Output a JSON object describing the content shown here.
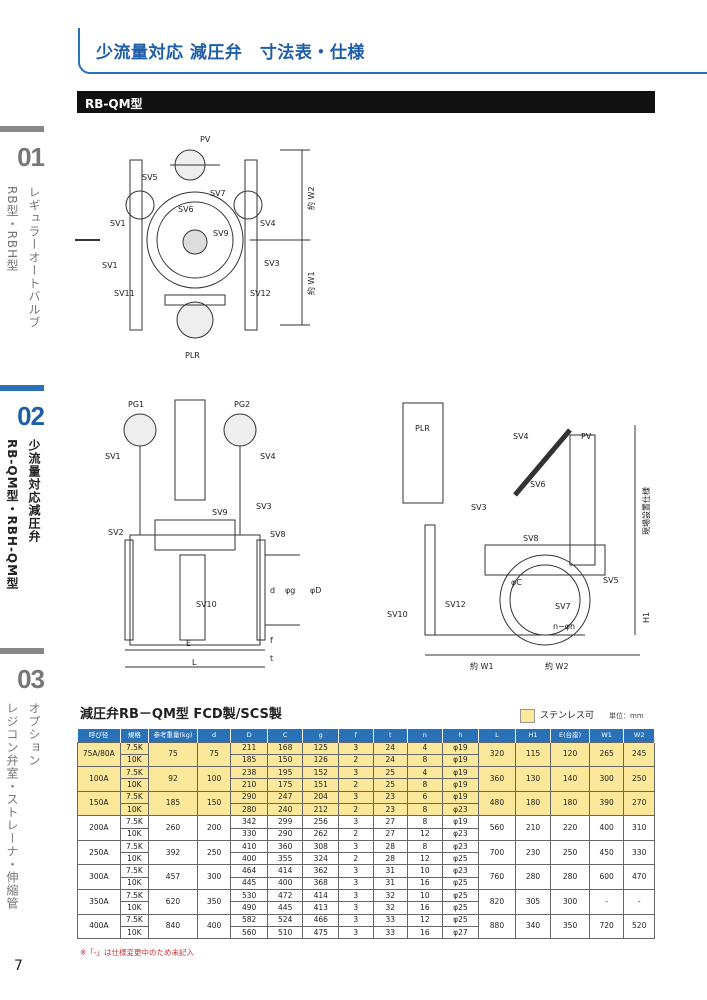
{
  "header": {
    "title": "少流量対応 減圧弁　寸法表・仕様",
    "model_bar": "RB-QM型"
  },
  "sidebar": [
    {
      "num": "01",
      "title": "レギュラーオートバルブ",
      "sub": "RB型・RBH型"
    },
    {
      "num": "02",
      "title": "少流量対応減圧弁",
      "sub": "RB-QM型・RBH-QM型"
    },
    {
      "num": "03",
      "title": "オプション",
      "sub": "レジコン弁室・ストレーナ・伸縮管"
    }
  ],
  "page_number": "7",
  "drawings": {
    "top": {
      "labels": [
        "PV",
        "SV5",
        "SV7",
        "SV6",
        "SV1",
        "SV4",
        "SV9",
        "SV1",
        "SV3",
        "SV11",
        "SV12",
        "PLR",
        "約 W2",
        "約 W1"
      ]
    },
    "front": {
      "labels": [
        "PG1",
        "PG2",
        "SV1",
        "SV4",
        "SV9",
        "SV3",
        "SV2",
        "SV8",
        "SV10",
        "d",
        "φg",
        "φD",
        "E",
        "L",
        "f",
        "t"
      ]
    },
    "side": {
      "labels": [
        "PLR",
        "SV4",
        "PV",
        "SV6",
        "SV3",
        "SV8",
        "SV5",
        "SV12",
        "SV7",
        "SV10",
        "φC",
        "n−φh",
        "約 W1",
        "約 W2",
        "H1",
        "現場設置仕様"
      ]
    }
  },
  "table": {
    "title": "減圧弁RB－QM型 FCD製/SCS製",
    "legend": "ステンレス可",
    "unit": "単位：mm",
    "headers": [
      "呼び径",
      "規格",
      "参考重量(kg)",
      "d",
      "D",
      "C",
      "g",
      "f",
      "t",
      "n",
      "h",
      "L",
      "H1",
      "E(台座)",
      "W1",
      "W2"
    ],
    "groups": [
      {
        "size": "75A/80A",
        "weight": "75",
        "d": "75",
        "stainless": true,
        "L": "320",
        "H1": "115",
        "E": "120",
        "W1": "265",
        "W2": "245",
        "rows": [
          [
            "7.5K",
            "211",
            "168",
            "125",
            "3",
            "24",
            "4",
            "φ19"
          ],
          [
            "10K",
            "185",
            "150",
            "126",
            "2",
            "24",
            "8",
            "φ19"
          ]
        ]
      },
      {
        "size": "100A",
        "weight": "92",
        "d": "100",
        "stainless": true,
        "L": "360",
        "H1": "130",
        "E": "140",
        "W1": "300",
        "W2": "250",
        "rows": [
          [
            "7.5K",
            "238",
            "195",
            "152",
            "3",
            "25",
            "4",
            "φ19"
          ],
          [
            "10K",
            "210",
            "175",
            "151",
            "2",
            "25",
            "8",
            "φ19"
          ]
        ]
      },
      {
        "size": "150A",
        "weight": "185",
        "d": "150",
        "stainless": true,
        "L": "480",
        "H1": "180",
        "E": "180",
        "W1": "390",
        "W2": "270",
        "rows": [
          [
            "7.5K",
            "290",
            "247",
            "204",
            "3",
            "23",
            "6",
            "φ19"
          ],
          [
            "10K",
            "280",
            "240",
            "212",
            "2",
            "23",
            "8",
            "φ23"
          ]
        ]
      },
      {
        "size": "200A",
        "weight": "260",
        "d": "200",
        "stainless": false,
        "L": "560",
        "H1": "210",
        "E": "220",
        "W1": "400",
        "W2": "310",
        "rows": [
          [
            "7.5K",
            "342",
            "299",
            "256",
            "3",
            "27",
            "8",
            "φ19"
          ],
          [
            "10K",
            "330",
            "290",
            "262",
            "2",
            "27",
            "12",
            "φ23"
          ]
        ]
      },
      {
        "size": "250A",
        "weight": "392",
        "d": "250",
        "stainless": false,
        "L": "700",
        "H1": "230",
        "E": "250",
        "W1": "450",
        "W2": "330",
        "rows": [
          [
            "7.5K",
            "410",
            "360",
            "308",
            "3",
            "28",
            "8",
            "φ23"
          ],
          [
            "10K",
            "400",
            "355",
            "324",
            "2",
            "28",
            "12",
            "φ25"
          ]
        ]
      },
      {
        "size": "300A",
        "weight": "457",
        "d": "300",
        "stainless": false,
        "L": "760",
        "H1": "280",
        "E": "280",
        "W1": "600",
        "W2": "470",
        "rows": [
          [
            "7.5K",
            "464",
            "414",
            "362",
            "3",
            "31",
            "10",
            "φ23"
          ],
          [
            "10K",
            "445",
            "400",
            "368",
            "3",
            "31",
            "16",
            "φ25"
          ]
        ]
      },
      {
        "size": "350A",
        "weight": "620",
        "d": "350",
        "stainless": false,
        "L": "820",
        "H1": "305",
        "E": "300",
        "W1": "-",
        "W2": "-",
        "rows": [
          [
            "7.5K",
            "530",
            "472",
            "414",
            "3",
            "32",
            "10",
            "φ25"
          ],
          [
            "10K",
            "490",
            "445",
            "413",
            "3",
            "32",
            "16",
            "φ25"
          ]
        ]
      },
      {
        "size": "400A",
        "weight": "840",
        "d": "400",
        "stainless": false,
        "L": "880",
        "H1": "340",
        "E": "350",
        "W1": "720",
        "W2": "520",
        "rows": [
          [
            "7.5K",
            "582",
            "524",
            "466",
            "3",
            "33",
            "12",
            "φ25"
          ],
          [
            "10K",
            "560",
            "510",
            "475",
            "3",
            "33",
            "16",
            "φ27"
          ]
        ]
      }
    ],
    "note": "※「-」は仕様変更中のため未記入"
  },
  "colors": {
    "accent": "#2a72b8",
    "stainless": "#fbe89a",
    "note": "#cc3333"
  }
}
